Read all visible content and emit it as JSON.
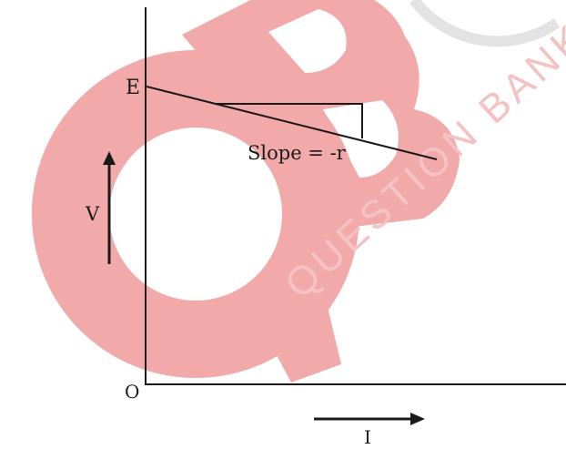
{
  "diagram": {
    "origin_label": "O",
    "emf_label": "E",
    "slope_label": "Slope = -r",
    "y_axis_label": "V",
    "x_axis_label": "I"
  },
  "watermark": {
    "text": "QUESTION BANK",
    "logo_color": "#f2a9a9",
    "text_color": "#f4c2c2",
    "ring_color": "#e6e6e6"
  },
  "colors": {
    "ink": "#1a1a1a"
  }
}
